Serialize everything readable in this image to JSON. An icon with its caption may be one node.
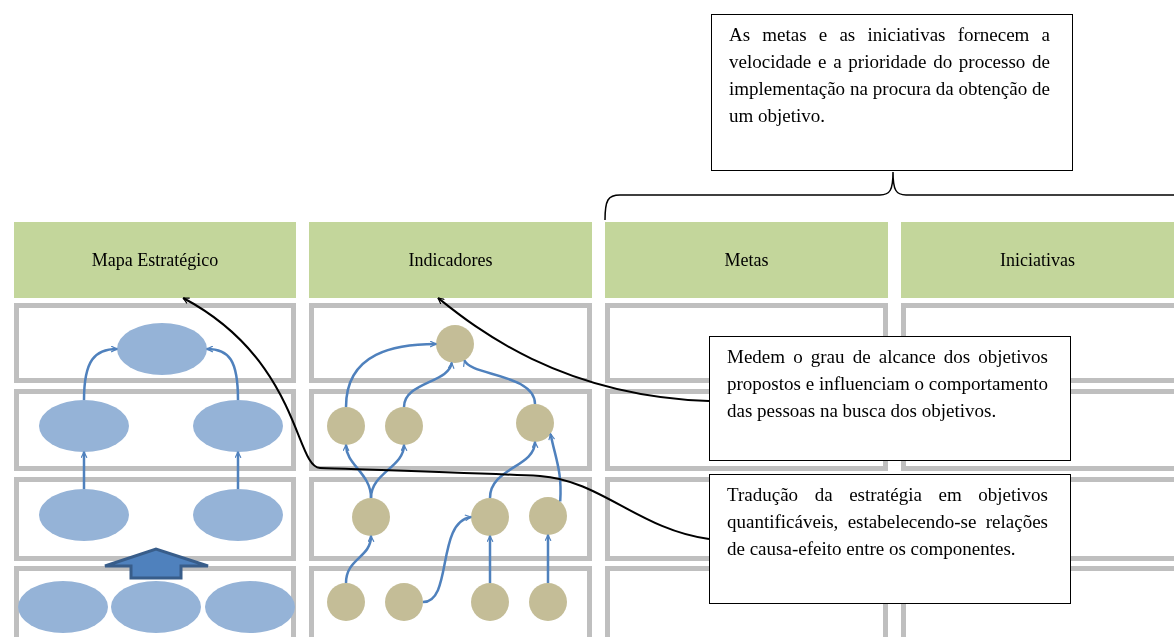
{
  "diagram": {
    "nodes": [
      {
        "text": [
          "Mapa Estratégico"
        ]
      },
      {
        "text": [
          "Indicadores"
        ]
      },
      {
        "text": [
          "Metas"
        ]
      },
      {
        "text": [
          "Iniciativas"
        ]
      },
      {
        "text": [
          "As metas e as iniciativas fornecem a velocidade e a prioridade do processo de implementação na procura da obtenção de um objetivo."
        ]
      },
      {
        "text": [
          "Medem o grau de alcance dos objetivos propostos e influenciam o comportamento das pessoas na busca dos objetivos."
        ]
      },
      {
        "text": [
          "Tradução da estratégia em objetivos quantificáveis, estabelecendo-se relações de causa-efeito entre os componentes."
        ]
      },
      {
        "text": [],
        "shape": "ellipse"
      },
      {
        "text": [],
        "shape": "ellipse"
      },
      {
        "text": [],
        "shape": "ellipse"
      },
      {
        "text": [],
        "shape": "ellipse"
      },
      {
        "text": [],
        "shape": "ellipse"
      },
      {
        "text": [],
        "shape": "ellipse"
      },
      {
        "text": [],
        "shape": "ellipse"
      },
      {
        "text": [],
        "shape": "ellipse"
      },
      {
        "text": [],
        "shape": "circle"
      },
      {
        "text": [],
        "shape": "circle"
      },
      {
        "text": [],
        "shape": "circle"
      },
      {
        "text": [],
        "shape": "circle"
      },
      {
        "text": [],
        "shape": "circle"
      },
      {
        "text": [],
        "shape": "circle"
      },
      {
        "text": [],
        "shape": "circle"
      },
      {
        "text": [],
        "shape": "circle"
      },
      {
        "text": [],
        "shape": "circle"
      },
      {
        "text": [],
        "shape": "circle"
      },
      {
        "text": [],
        "shape": "circle"
      }
    ],
    "edges": [
      {
        "from": 8,
        "to": 7,
        "arrow": "to"
      },
      {
        "from": 9,
        "to": 7,
        "arrow": "to"
      },
      {
        "from": 10,
        "to": 8,
        "arrow": "to"
      },
      {
        "from": 11,
        "to": 9,
        "arrow": "to"
      },
      {
        "from": 16,
        "to": 15,
        "arrow": "to"
      },
      {
        "from": 17,
        "to": 15,
        "arrow": "to"
      },
      {
        "from": 18,
        "to": 15,
        "arrow": "to"
      },
      {
        "from": 19,
        "to": 16,
        "arrow": "to"
      },
      {
        "from": 19,
        "to": 17,
        "arrow": "to"
      },
      {
        "from": 20,
        "to": 18,
        "arrow": "to"
      },
      {
        "from": 21,
        "to": 18,
        "arrow": "to"
      },
      {
        "from": 22,
        "to": 19,
        "arrow": "to"
      },
      {
        "from": 23,
        "to": 20,
        "arrow": "to"
      },
      {
        "from": 24,
        "to": 20,
        "arrow": "to"
      },
      {
        "from": 25,
        "to": 21,
        "arrow": "to"
      },
      {
        "from": 5,
        "to": 1,
        "arrow": "to",
        "color": "#000000"
      },
      {
        "from": 6,
        "to": 0,
        "arrow": "to",
        "color": "#000000"
      },
      {
        "from": 13,
        "to": null,
        "arrow": "to",
        "style": "thick"
      }
    ]
  }
}
